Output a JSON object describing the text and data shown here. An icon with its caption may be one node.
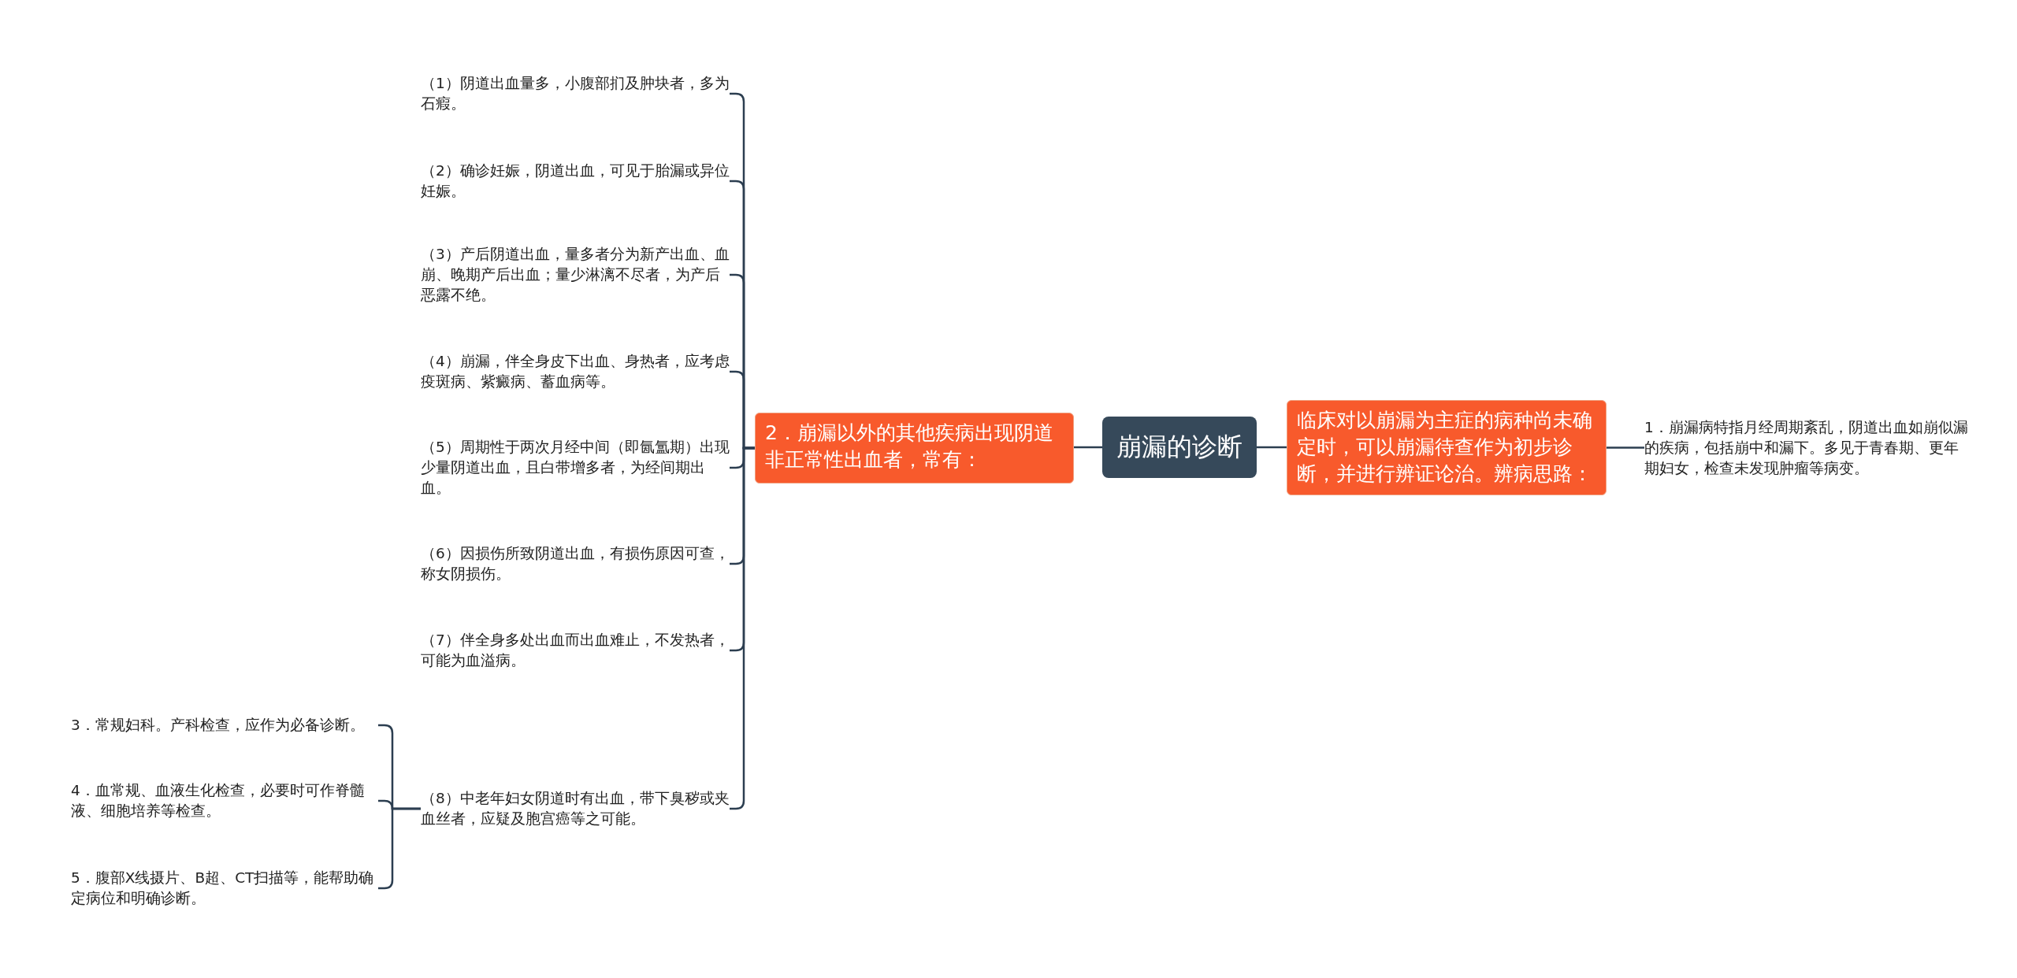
{
  "diagram": {
    "nodes": [
      {
        "text": [
          "崩漏的诊断"
        ]
      },
      {
        "text": [
          "临床对以崩漏为主症的病种尚未确定时，可以崩漏待查作为初步诊断，并进行辨证论治。辨病思路："
        ]
      },
      {
        "text": [
          "1．崩漏病特指月经周期紊乱，阴道出血如崩似漏的疾病，包括崩中和漏下。多见于青春期、更年期妇女，检查未发现肿瘤等病变。"
        ]
      },
      {
        "text": [
          "2．崩漏以外的其他疾病出现阴道非正常性出血者，常有："
        ]
      },
      {
        "text": [
          "（1）阴道出血量多，小腹部扪及肿块者，多为石瘕。"
        ]
      },
      {
        "text": [
          "（2）确诊妊娠，阴道出血，可见于胎漏或异位妊娠。"
        ]
      },
      {
        "text": [
          "（3）产后阴道出血，量多者分为新产出血、血崩、晚期产后出血；量少淋漓不尽者，为产后恶露不绝。"
        ]
      },
      {
        "text": [
          "（4）崩漏，伴全身皮下出血、身热者，应考虑疫斑病、紫癜病、蓄血病等。"
        ]
      },
      {
        "text": [
          "（5）周期性于两次月经中间（即氤氲期）出现少量阴道出血，且白带增多者，为经间期出血。"
        ]
      },
      {
        "text": [
          "（6）因损伤所致阴道出血，有损伤原因可查，称女阴损伤。"
        ]
      },
      {
        "text": [
          "（7）伴全身多处出血而出血难止，不发热者，可能为血溢病。"
        ]
      },
      {
        "text": [
          "（8）中老年妇女阴道时有出血，带下臭秽或夹血丝者，应疑及胞宫癌等之可能。"
        ]
      },
      {
        "text": [
          "3．常规妇科。产科检查，应作为必备诊断。"
        ]
      },
      {
        "text": [
          "4．血常规、血液生化检查，必要时可作脊髓液、细胞培养等检查。"
        ]
      },
      {
        "text": [
          "5．腹部X线摄片、B超、CT扫描等，能帮助确定病位和明确诊断。"
        ]
      }
    ],
    "edges": [
      {
        "from": 0,
        "to": 1,
        "arrow": "none"
      },
      {
        "from": 1,
        "to": 2,
        "arrow": "none"
      },
      {
        "from": 0,
        "to": 3,
        "arrow": "none"
      },
      {
        "from": 3,
        "to": 4,
        "arrow": "none"
      },
      {
        "from": 3,
        "to": 5,
        "arrow": "none"
      },
      {
        "from": 3,
        "to": 6,
        "arrow": "none"
      },
      {
        "from": 3,
        "to": 7,
        "arrow": "none"
      },
      {
        "from": 3,
        "to": 8,
        "arrow": "none"
      },
      {
        "from": 3,
        "to": 9,
        "arrow": "none"
      },
      {
        "from": 3,
        "to": 10,
        "arrow": "none"
      },
      {
        "from": 3,
        "to": 11,
        "arrow": "none"
      },
      {
        "from": 11,
        "to": 12,
        "arrow": "none"
      },
      {
        "from": 11,
        "to": 13,
        "arrow": "none"
      },
      {
        "from": 11,
        "to": 14,
        "arrow": "none"
      }
    ]
  }
}
